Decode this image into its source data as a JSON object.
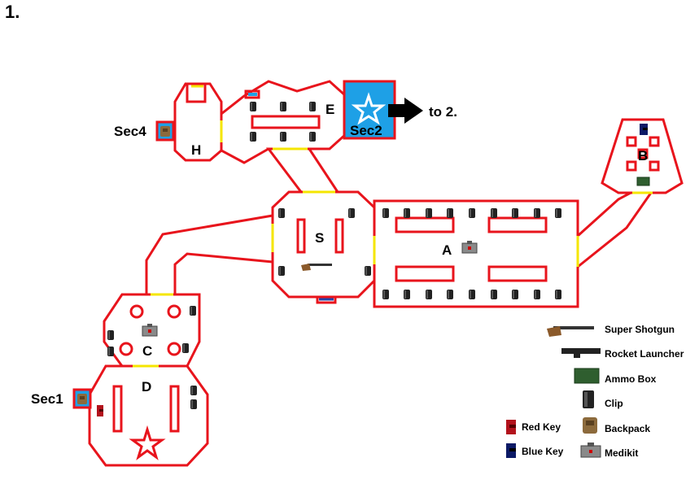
{
  "page": {
    "title": "1."
  },
  "rooms": {
    "A": "A",
    "B": "B",
    "C": "C",
    "D": "D",
    "E": "E",
    "H": "H",
    "S": "S"
  },
  "secrets": {
    "sec1": "Sec1",
    "sec2": "Sec2",
    "sec4": "Sec4"
  },
  "exit": {
    "label": "to 2."
  },
  "legend": {
    "super_shotgun": "Super Shotgun",
    "rocket_launcher": "Rocket Launcher",
    "ammo_box": "Ammo Box",
    "clip": "Clip",
    "backpack": "Backpack",
    "medikit": "Medikit",
    "red_key": "Red Key",
    "blue_key": "Blue Key"
  },
  "colors": {
    "wall": "#e8141c",
    "door": "#f5e600",
    "secret": "#1ea0e6",
    "key_red": "#b3121c",
    "key_blue": "#0c1a66"
  }
}
